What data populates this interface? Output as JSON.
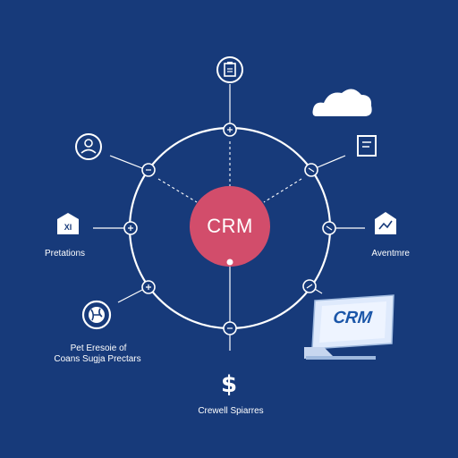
{
  "colors": {
    "background": "#173a7a",
    "hub": "#d24d6b",
    "line": "#ffffff",
    "monitor_screen": "#dfeafc",
    "monitor_text": "#1b56a8"
  },
  "hub": {
    "label": "CRM"
  },
  "labels": {
    "left_node": "Pretations",
    "right_node": "Aventmre",
    "bottom_left_line1": "Pet Eresoie of",
    "bottom_left_line2": "Coans Sugja Prectars",
    "bottom_center": "Crewell Spiarres"
  },
  "monitor": {
    "label": "CRM"
  },
  "icons": {
    "top": "clipboard-icon",
    "user": "user-icon",
    "left": "mail-icon",
    "globe": "globe-icon",
    "dollar": "$",
    "cloud": "cloud-icon",
    "document": "document-icon",
    "right": "chart-icon",
    "monitor": "monitor-icon"
  }
}
